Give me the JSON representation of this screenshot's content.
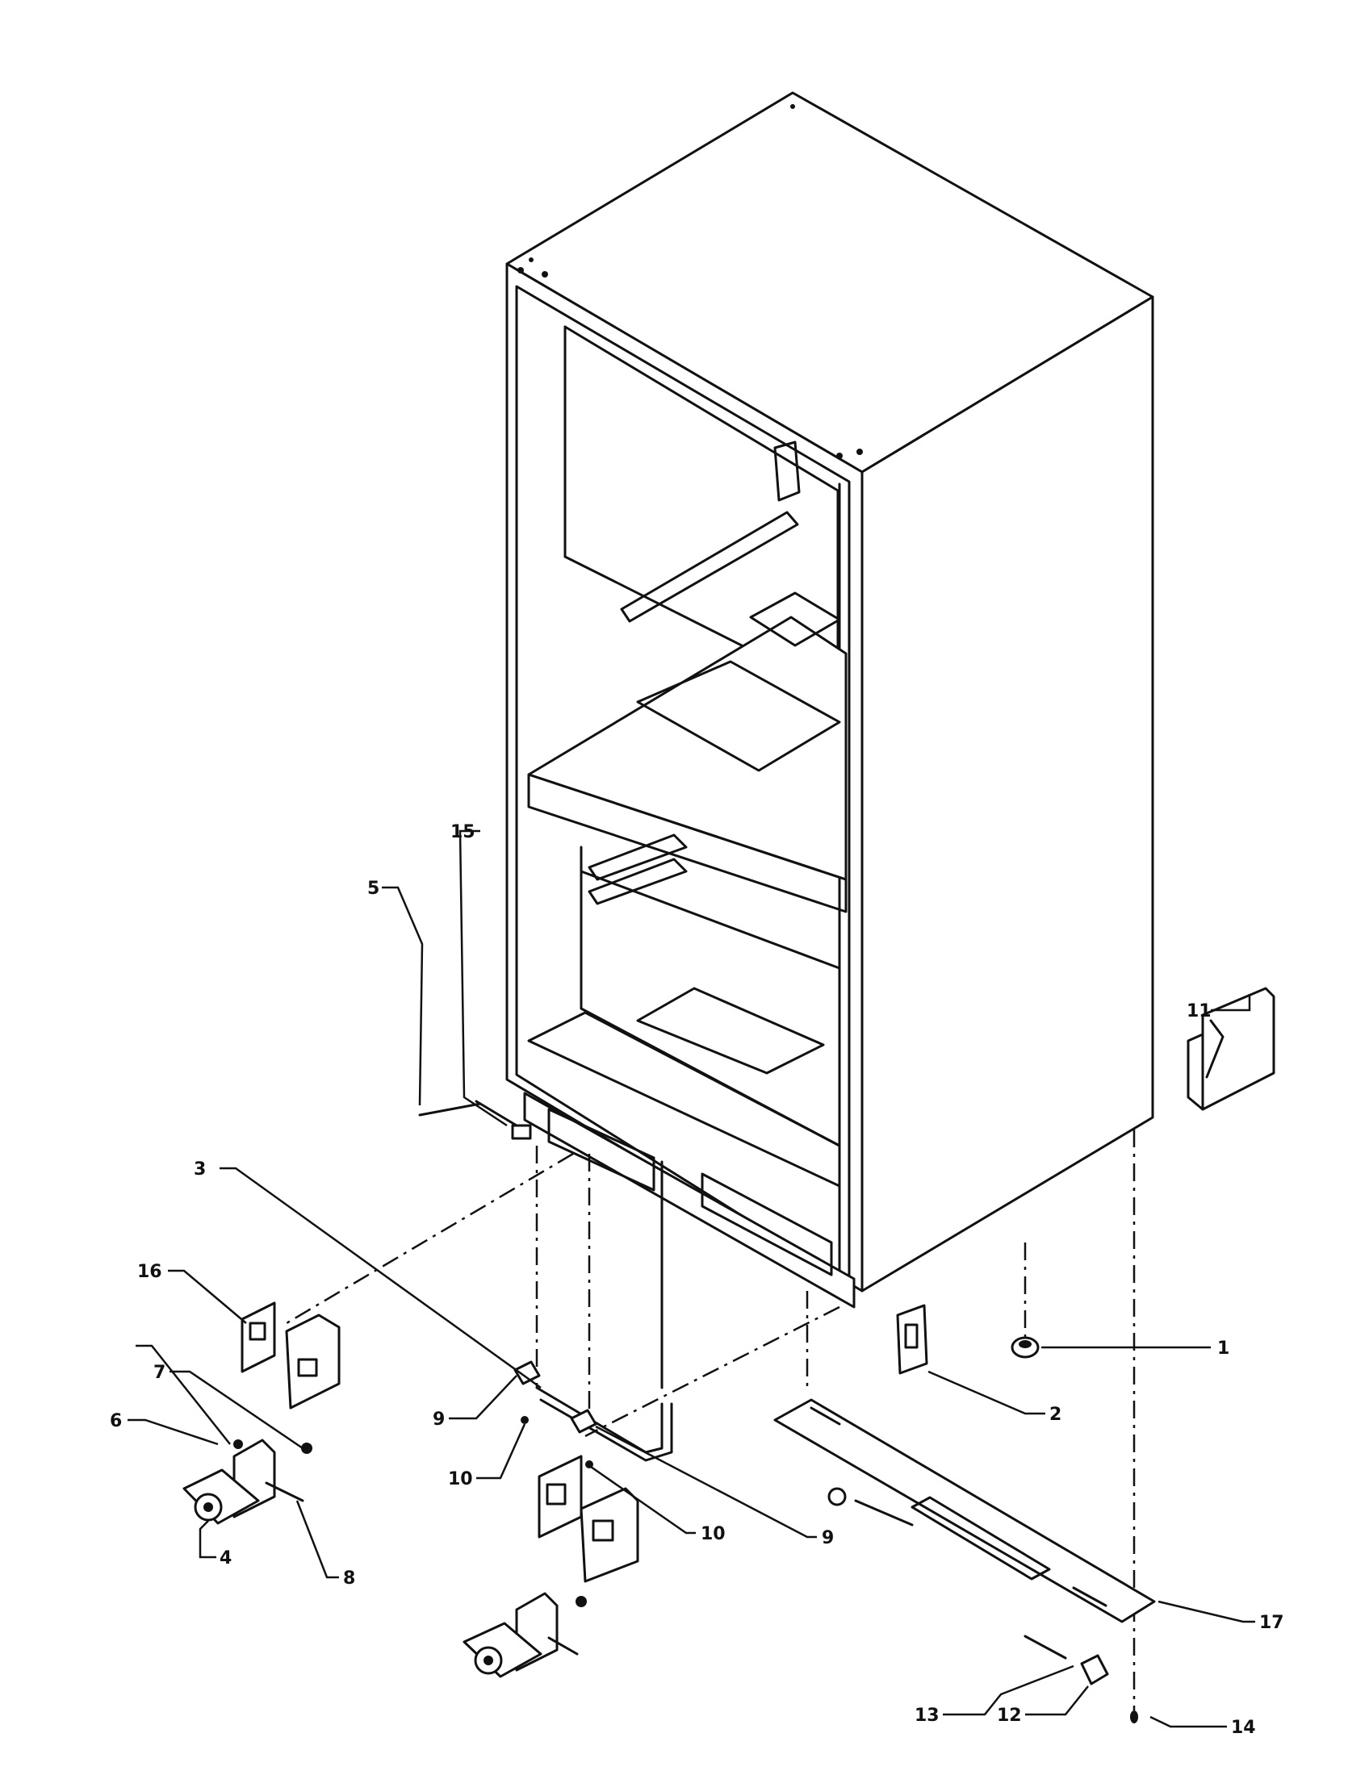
{
  "callouts": {
    "c1": "1",
    "c2": "2",
    "c3": "3",
    "c4": "4",
    "c5": "5",
    "c6": "6",
    "c7": "7",
    "c8": "8",
    "c9a": "9",
    "c9b": "9",
    "c10a": "10",
    "c10b": "10",
    "c11": "11",
    "c12": "12",
    "c13": "13",
    "c14": "14",
    "c15": "15",
    "c16": "16",
    "c17": "17"
  }
}
